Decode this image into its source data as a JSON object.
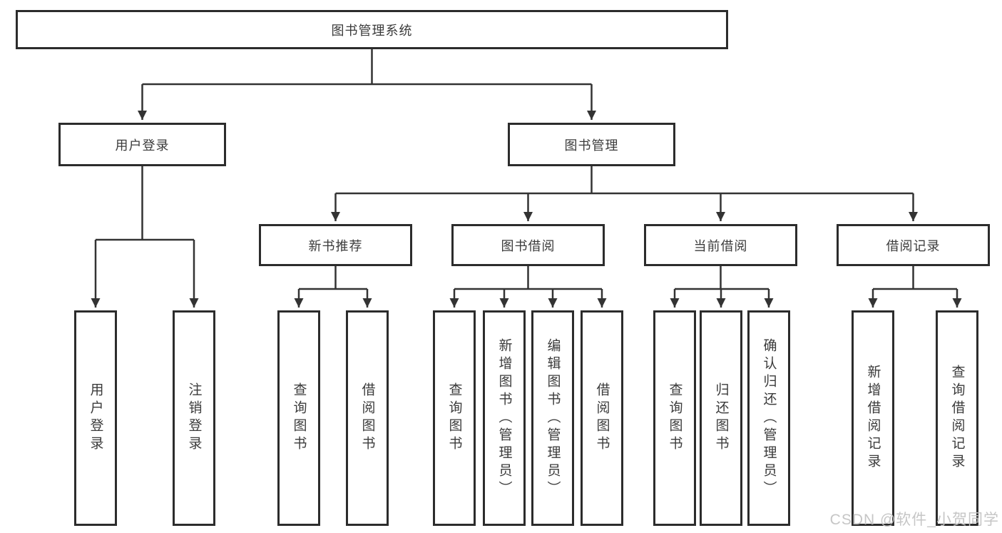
{
  "tree": {
    "root": {
      "label": "图书管理系统",
      "children": [
        {
          "label": "用户登录",
          "children": [
            {
              "label": "用户登录"
            },
            {
              "label": "注销登录"
            }
          ]
        },
        {
          "label": "图书管理",
          "children": [
            {
              "label": "新书推荐",
              "children": [
                {
                  "label": "查询图书"
                },
                {
                  "label": "借阅图书"
                }
              ]
            },
            {
              "label": "图书借阅",
              "children": [
                {
                  "label": "查询图书"
                },
                {
                  "label": "新增图书（管理员）"
                },
                {
                  "label": "编辑图书（管理员）"
                },
                {
                  "label": "借阅图书"
                }
              ]
            },
            {
              "label": "当前借阅",
              "children": [
                {
                  "label": "查询图书"
                },
                {
                  "label": "归还图书"
                },
                {
                  "label": "确认归还（管理员）"
                }
              ]
            },
            {
              "label": "借阅记录",
              "children": [
                {
                  "label": "新增借阅记录"
                },
                {
                  "label": "查询借阅记录"
                }
              ]
            }
          ]
        }
      ]
    }
  },
  "watermark": {
    "text": "CSDN @软件_小贺同学"
  },
  "colors": {
    "line": "#333333",
    "box_border": "#2c2c2c",
    "text": "#3b3b3b",
    "background": "#ffffff",
    "watermark": "#c3c3c3"
  }
}
